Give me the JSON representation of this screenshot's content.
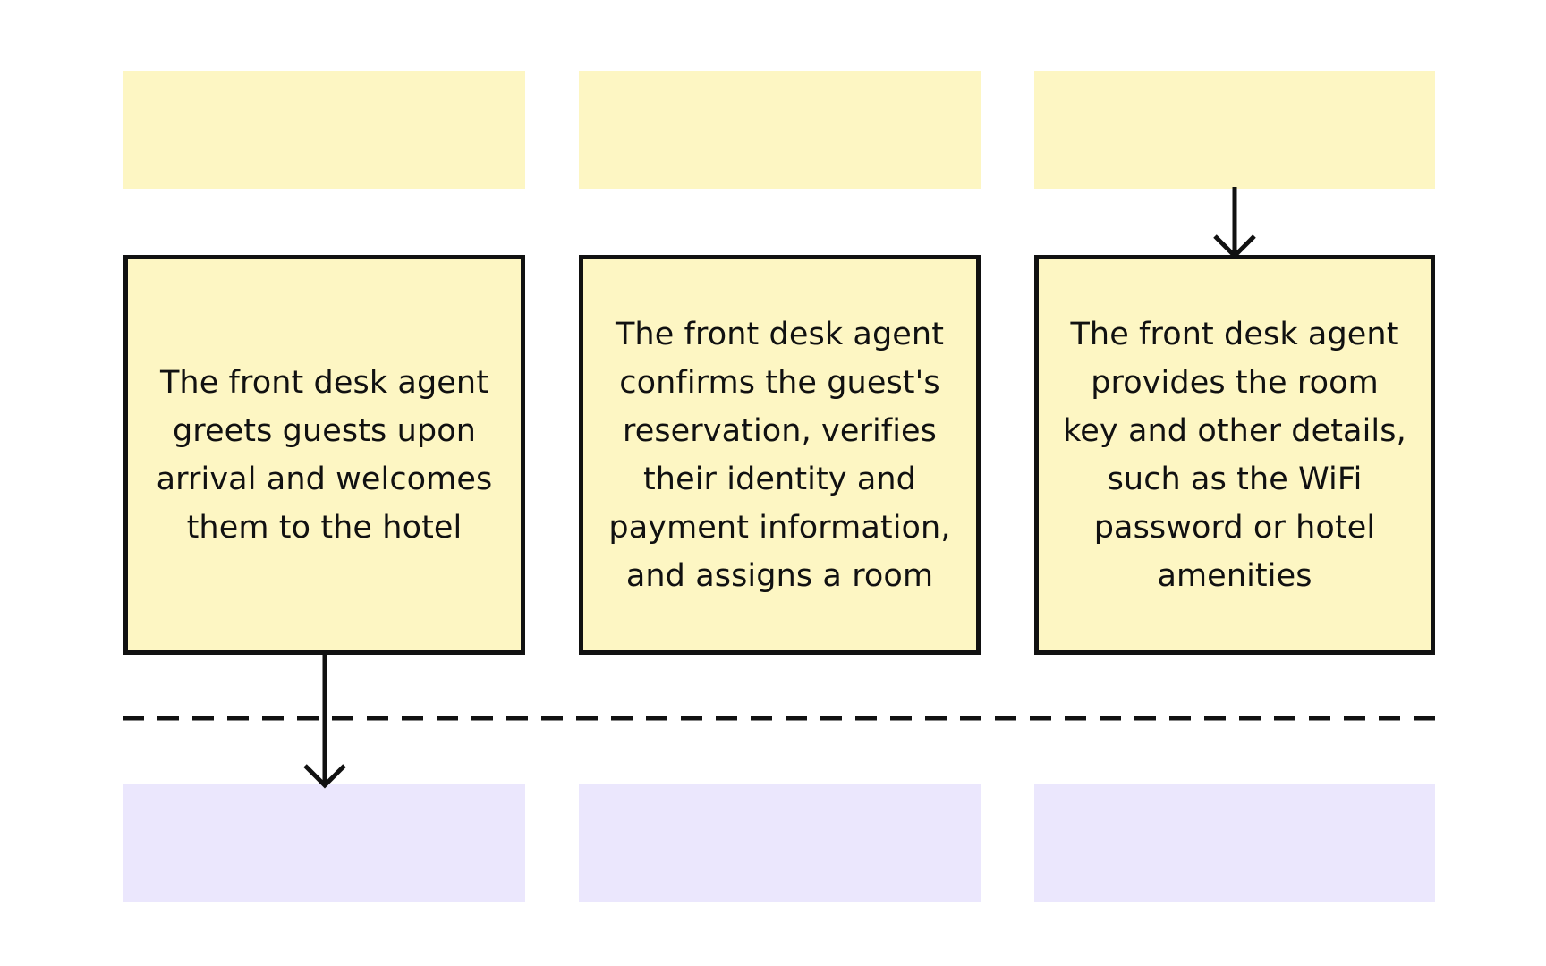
{
  "colors": {
    "background": "#ffffff",
    "top_lane": "#fdf6c3",
    "card_fill": "#fdf6c3",
    "bottom_lane": "#ebe7fd",
    "stroke": "#111111"
  },
  "lanes": {
    "top": [
      {
        "label": ""
      },
      {
        "label": ""
      },
      {
        "label": ""
      }
    ],
    "bottom": [
      {
        "label": ""
      },
      {
        "label": ""
      },
      {
        "label": ""
      }
    ]
  },
  "steps": [
    {
      "lines": [
        "The front desk agent",
        "greets guests upon",
        "arrival and welcomes",
        "them to the hotel"
      ]
    },
    {
      "lines": [
        "The front desk agent",
        "confirms the guest's",
        "reservation, verifies",
        "their identity and",
        "payment information,",
        "and assigns a room"
      ]
    },
    {
      "lines": [
        "The front desk agent",
        "provides the room",
        "key and other details,",
        "such as the WiFi",
        "password or hotel",
        "amenities"
      ]
    }
  ],
  "connectors": [
    {
      "from": "top-lane-3",
      "to": "step-card-3",
      "style": "arrow-down"
    },
    {
      "from": "step-card-1",
      "to": "bottom-lane-1",
      "style": "arrow-down"
    }
  ],
  "divider": {
    "style": "dashed"
  }
}
